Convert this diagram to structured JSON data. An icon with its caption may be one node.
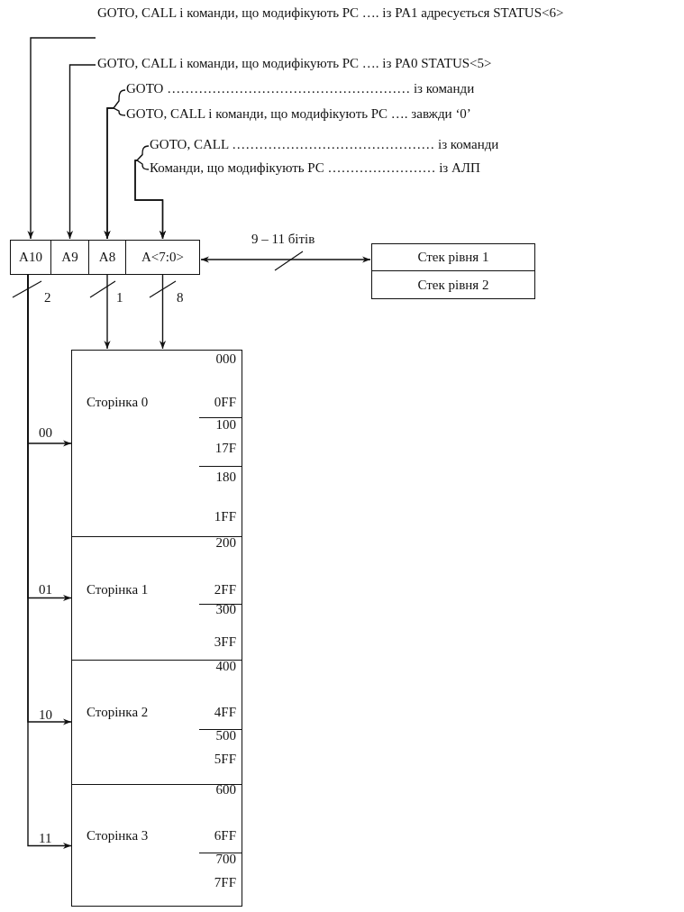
{
  "diagram": {
    "nodes": [
      {
        "text": [
          "GOTO, CALL і команди, що модифікують PC …. із PA1 адресується STATUS<6>"
        ]
      },
      {
        "text": [
          "GOTO, CALL і команди, що модифікують PC …. із PA0 STATUS<5>"
        ]
      },
      {
        "text": [
          "GOTO ……………………………………………… із команди"
        ]
      },
      {
        "text": [
          "GOTO, CALL і команди, що модифікують PC …. завжди ‘0’"
        ]
      },
      {
        "text": [
          "GOTO, CALL ……………………………………… із команди"
        ]
      },
      {
        "text": [
          "Команди, що модифікують PC …………………… із АЛП"
        ]
      },
      {
        "text": [
          "A10"
        ]
      },
      {
        "text": [
          "A9"
        ]
      },
      {
        "text": [
          "A8"
        ]
      },
      {
        "text": [
          "A<7:0>"
        ]
      },
      {
        "text": [
          "Стек рівня 1"
        ]
      },
      {
        "text": [
          "Стек рівня 2"
        ]
      },
      {
        "text": [],
        "shape": "box"
      },
      {
        "text": [
          "Сторінка 0",
          "000",
          "0FF",
          "100",
          "17F",
          "180",
          "1FF"
        ],
        "in": 12
      },
      {
        "text": [
          "Сторінка 1",
          "200",
          "2FF",
          "300",
          "3FF"
        ],
        "in": 12
      },
      {
        "text": [
          "Сторінка 2",
          "400",
          "4FF",
          "500",
          "5FF"
        ],
        "in": 12
      },
      {
        "text": [
          "Сторінка 3",
          "600",
          "6FF",
          "700",
          "7FF"
        ],
        "in": 12
      }
    ],
    "edges": [
      {
        "from": 0,
        "to": 6,
        "arrow": "to"
      },
      {
        "from": 1,
        "to": 7,
        "arrow": "to"
      },
      {
        "from": 2,
        "to": 8,
        "arrow": "to"
      },
      {
        "from": 3,
        "to": 8,
        "arrow": "to"
      },
      {
        "from": 4,
        "to": 9,
        "arrow": "to"
      },
      {
        "from": 5,
        "to": 9,
        "arrow": "to"
      },
      {
        "from": 9,
        "to": 10,
        "arrow": "both",
        "label": "9 – 11 бітів"
      },
      {
        "from": 8,
        "to": 12,
        "arrow": "to",
        "label": "1"
      },
      {
        "from": 9,
        "to": 12,
        "arrow": "to",
        "label": "8"
      },
      {
        "from": 6,
        "to": 13,
        "arrow": "to",
        "label": "00"
      },
      {
        "from": 6,
        "to": 14,
        "arrow": "to",
        "label": "01"
      },
      {
        "from": 6,
        "to": 15,
        "arrow": "to",
        "label": "10"
      },
      {
        "from": 6,
        "to": 16,
        "arrow": "to",
        "label": "11"
      }
    ],
    "labels": [
      "2"
    ]
  }
}
